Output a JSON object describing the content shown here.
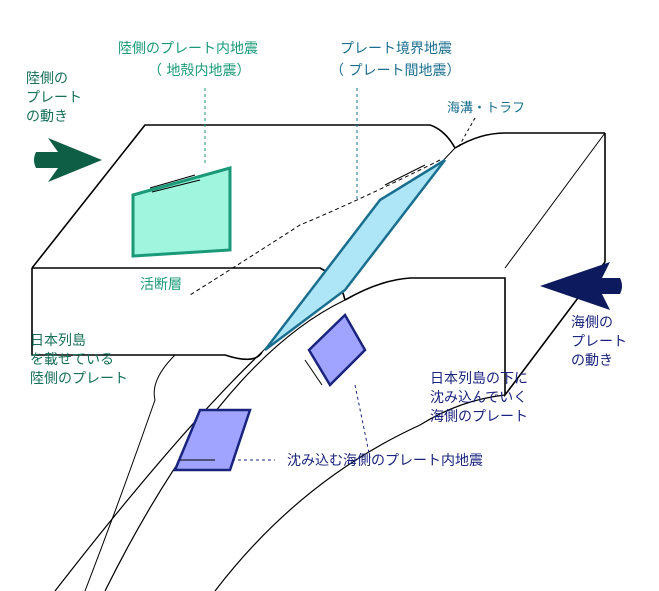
{
  "labels": {
    "land_intraplate": "陸側のプレート内地震",
    "land_intraplate_sub": "（ 地殻内地震）",
    "boundary": "プレート境界地震",
    "boundary_sub": "（ プレート間地震）",
    "land_motion": "陸側の\nプレート\nの動き",
    "trench": "海溝・トラフ",
    "active_fault": "活断層",
    "land_plate": "日本列島\nを載せている\n陸側のプレート",
    "sea_motion": "海側の\nプレート\nの動き",
    "sea_plate": "日本列島の下に\n沈み込んでいく\n海側のプレート",
    "slab_quake": "沈み込む海側のプレート内地震"
  },
  "colors": {
    "land_quake": "#1a9a78",
    "boundary_quake": "#1a6f8f",
    "slab_quake": "#1a237e",
    "land_arrow": "#0e5e45",
    "sea_arrow": "#0d1b5e"
  }
}
